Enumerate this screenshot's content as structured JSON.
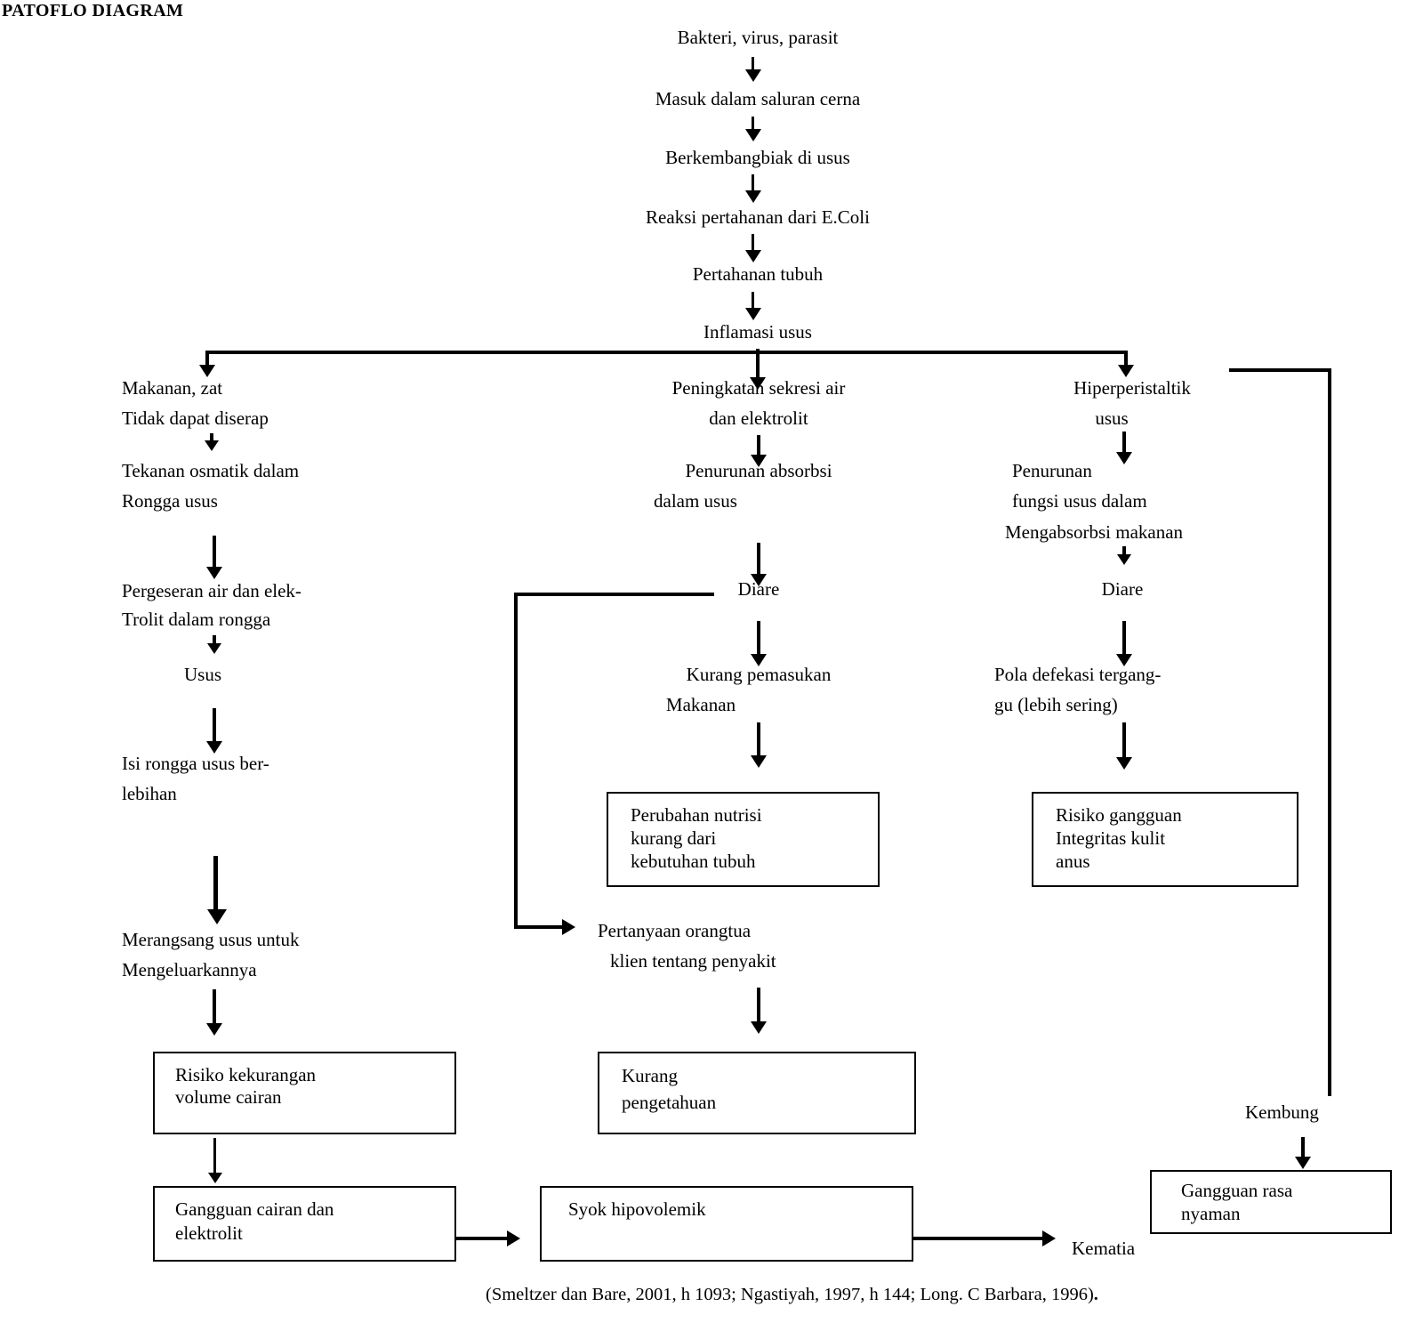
{
  "title": "PATOFLO DIAGRAM",
  "nodes": {
    "n1": "Bakteri, virus, parasit",
    "n2": "Masuk dalam saluran cerna",
    "n3": "Berkembangbiak di usus",
    "n4": "Reaksi pertahanan dari E.Coli",
    "n5": "Pertahanan tubuh",
    "n6": "Inflamasi usus",
    "l1a": "Makanan, zat",
    "l1b": "Tidak dapat diserap",
    "l2a": "Tekanan osmatik dalam",
    "l2b": "Rongga usus",
    "l3a": "Pergeseran air dan elek-",
    "l3b": "Trolit dalam rongga",
    "l4": "Usus",
    "l5a": "Isi rongga usus ber-",
    "l5b": "lebihan",
    "l6a": "Merangsang usus untuk",
    "l6b": "Mengeluarkannya",
    "m1a": "Peningkatan sekresi air",
    "m1b": "dan elektrolit",
    "m2a": "Penurunan absorbsi",
    "m2b": "dalam usus",
    "m3": "Diare",
    "m4a": "Kurang pemasukan",
    "m4b": "Makanan",
    "m5a": "Pertanyaan orangtua",
    "m5b": "klien tentang penyakit",
    "r1a": "Hiperperistaltik",
    "r1b": "usus",
    "r2a": "Penurunan",
    "r2b": "fungsi usus dalam",
    "r2c": "Mengabsorbsi makanan",
    "r3": "Diare",
    "r4a": "Pola defekasi tergang-",
    "r4b": "gu (lebih sering)",
    "kembung": "Kembung",
    "kematia": "Kematia"
  },
  "boxes": {
    "nutrisi": {
      "l1": "Perubahan nutrisi",
      "l2": "kurang dari",
      "l3": "kebutuhan tubuh"
    },
    "integritas": {
      "l1": "Risiko gangguan",
      "l2": "Integritas kulit",
      "l3": "anus"
    },
    "cairan": {
      "l1": "Risiko kekurangan",
      "l2": "volume cairan"
    },
    "pengetahuan": {
      "l1": "Kurang",
      "l2": "pengetahuan"
    },
    "elektrolit": {
      "l1": "Gangguan cairan dan",
      "l2": "elektrolit"
    },
    "syok": {
      "l1": "Syok hipovolemik"
    },
    "nyaman": {
      "l1": "Gangguan rasa",
      "l2": "nyaman"
    }
  },
  "citation": {
    "main": "(Smeltzer dan Bare, 2001, h 1093; Ngastiyah, 1997, h 144; Long. C Barbara, 1996)",
    "end": "."
  },
  "colors": {
    "ink": "#000000",
    "paper": "#ffffff"
  }
}
